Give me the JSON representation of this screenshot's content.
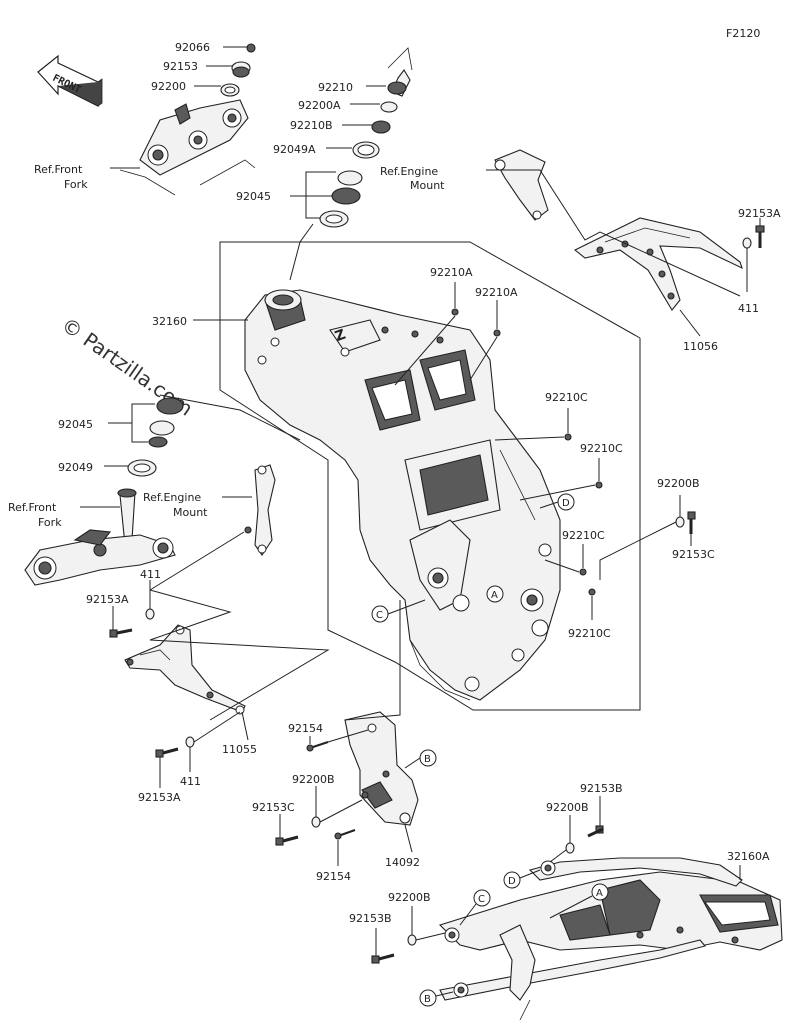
{
  "figure_code": "F2120",
  "watermark": "© Partzilla.com",
  "front_arrow": "FRONT",
  "refs": {
    "front_fork_top_line1": "Ref.Front",
    "front_fork_top_line2": "Fork",
    "engine_mount_top_line1": "Ref.Engine",
    "engine_mount_top_line2": "Mount",
    "front_fork_left_line1": "Ref.Front",
    "front_fork_left_line2": "Fork",
    "engine_mount_mid_line1": "Ref.Engine",
    "engine_mount_mid_line2": "Mount"
  },
  "markers": {
    "A": "A",
    "B": "B",
    "C": "C",
    "D": "D"
  },
  "labels": {
    "p92066": "92066",
    "p92153_top": "92153",
    "p92200_top": "92200",
    "p92210": "92210",
    "p92200A": "92200A",
    "p92210B": "92210B",
    "p92049A": "92049A",
    "p92045_top": "92045",
    "p92153A_right": "92153A",
    "p411_right": "411",
    "p11056": "11056",
    "p32160": "32160",
    "p92210A_1": "92210A",
    "p92210A_2": "92210A",
    "p92045_left": "92045",
    "p92049": "92049",
    "p92210C_1": "92210C",
    "p92210C_2": "92210C",
    "p92210C_3": "92210C",
    "p92210C_4": "92210C",
    "p92200B_right": "92200B",
    "p92153C_right": "92153C",
    "p411_left": "411",
    "p92153A_left": "92153A",
    "p11055": "11055",
    "p411_low": "411",
    "p92153A_low": "92153A",
    "p92154_1": "92154",
    "p92200B_mid": "92200B",
    "p92153C_mid": "92153C",
    "p14092": "14092",
    "p92154_2": "92154",
    "p92153B_right": "92153B",
    "p92200B_low": "92200B",
    "p32160A": "32160A",
    "p92200B_bottom": "92200B",
    "p92153B_bottom": "92153B"
  }
}
